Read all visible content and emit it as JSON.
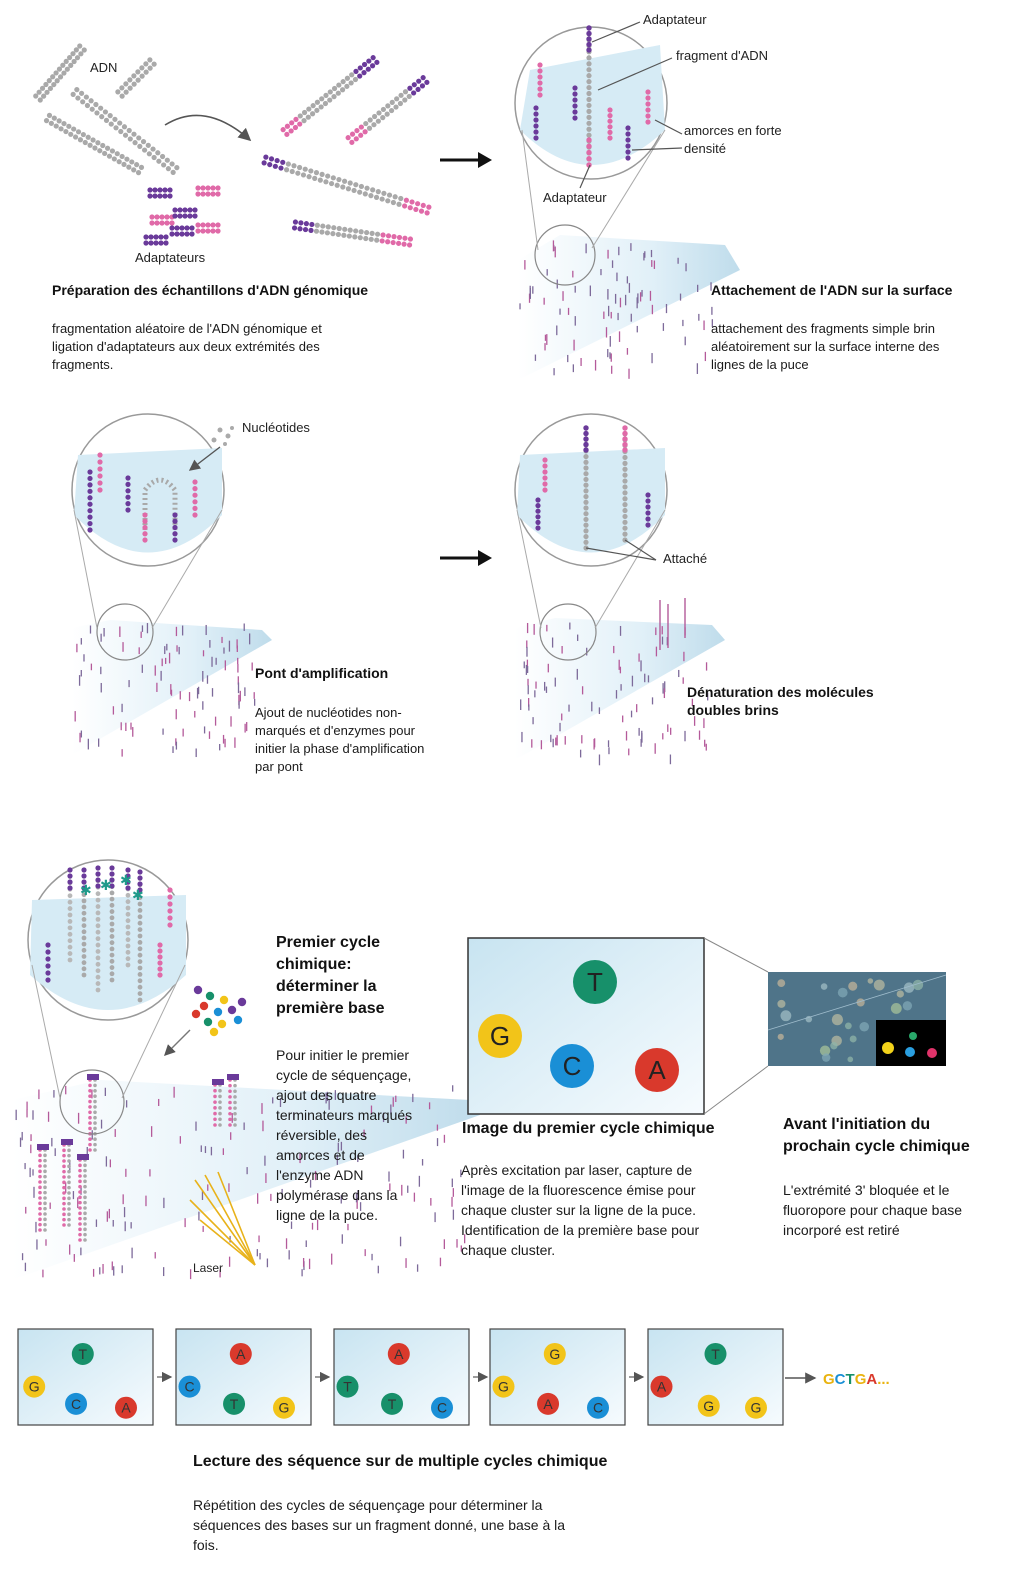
{
  "panel1": {
    "label_adn": "ADN",
    "label_adaptateurs": "Adaptateurs",
    "title": "Préparation des échantillons d'ADN génomique",
    "desc": "fragmentation aléatoire de l'ADN génomique et\nligation d'adaptateurs aux deux extrémités des\nfragments."
  },
  "panel2": {
    "label_adaptateur_top": "Adaptateur",
    "label_fragment": "fragment d'ADN",
    "label_amorces": "amorces en forte\ndensité",
    "label_adaptateur_bottom": "Adaptateur",
    "title": "Attachement de l'ADN sur la surface",
    "desc": "attachement des fragments simple brin\naléatoirement sur la surface interne des\nlignes de la puce"
  },
  "panel3": {
    "label_nucleotides": "Nucléotides",
    "title": "Pont d'amplification",
    "desc": "Ajout de nucléotides non-\nmarqués et d'enzymes pour\ninitier la phase d'amplification\npar pont"
  },
  "panel4": {
    "label_attache": "Attaché",
    "title": "Dénaturation des molécules\ndoubles brins"
  },
  "panel5": {
    "title": "Premier cycle\nchimique:\ndéterminer la\npremière base",
    "desc": "Pour initier le premier\ncycle de séquençage,\najout des quatre\nterminateurs marqués\nréversible, des\namorces et de\nl'enzyme ADN\npolymérase dans la\nligne de la puce.",
    "label_laser": "Laser"
  },
  "panel6": {
    "title": "Image du premier cycle chimique",
    "desc": "Après excitation par laser, capture de\nl'image de la fluorescence émise pour\nchaque cluster sur la ligne de la puce.\nIdentification de la première base pour\nchaque cluster.",
    "bases": [
      "T",
      "G",
      "C",
      "A"
    ]
  },
  "panel7": {
    "title": "Avant l'initiation du\nprochain cycle chimique",
    "desc": "L'extrémité 3' bloquée et le\nfluoropore pour chaque base\nincorporé est retiré"
  },
  "panel8": {
    "title": "Lecture des séquence sur de multiple cycles chimique",
    "desc": "Répétition des cycles de séquençage pour déterminer la\nséquences des bases sur un fragment donné, une base à la\nfois.",
    "sequence_letters": [
      "G",
      "C",
      "T",
      "G",
      "A"
    ],
    "sequence_suffix": "...",
    "cycles": [
      [
        "T",
        "G",
        "C",
        "A"
      ],
      [
        "A",
        "C",
        "T",
        "G"
      ],
      [
        "A",
        "T",
        "T",
        "C"
      ],
      [
        "G",
        "G",
        "A",
        "C"
      ],
      [
        "T",
        "A",
        "G",
        "G"
      ]
    ]
  },
  "colors": {
    "A": "#d9392c",
    "C": "#1a8fd6",
    "G": "#f2c419",
    "T": "#17906a",
    "purple": "#6a3a9a",
    "pink": "#e06aa8",
    "gray": "#9a9a9a",
    "chip": "#cfe6f2"
  }
}
